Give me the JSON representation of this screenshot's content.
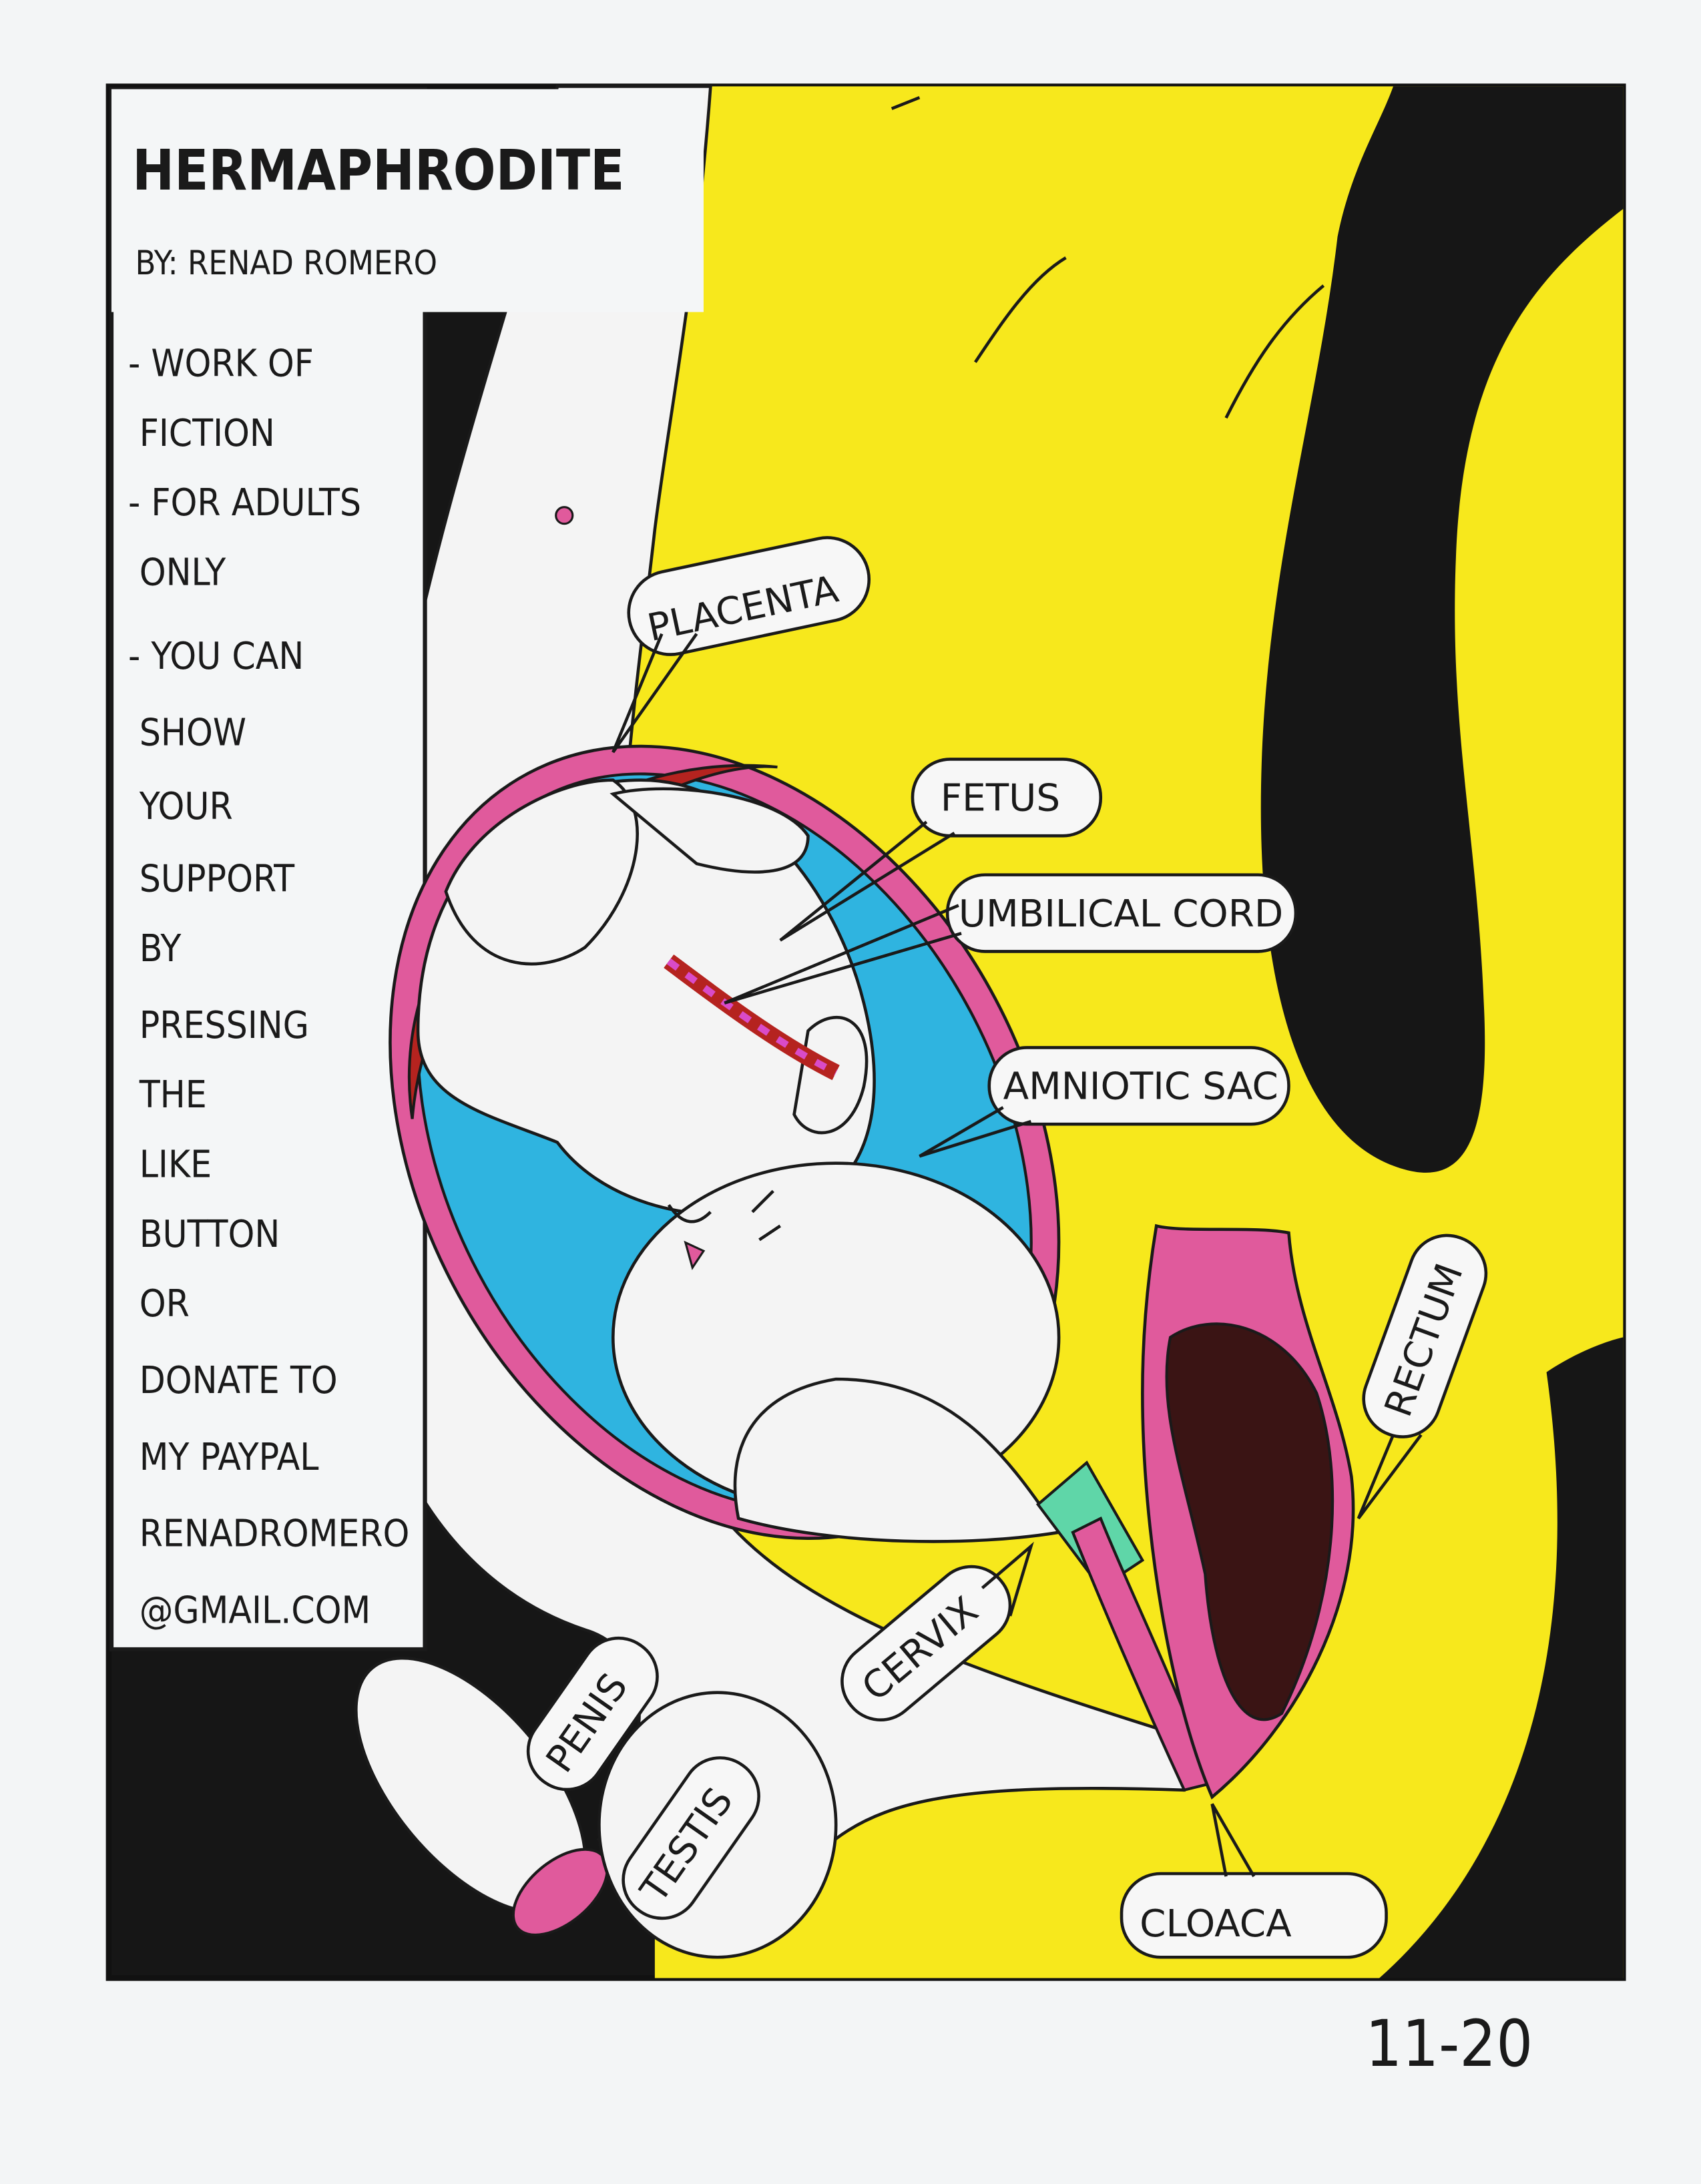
{
  "title": "HERMAPHRODITE",
  "byline": "BY: RENAD ROMERO",
  "panel_lines": [
    "- WORK OF",
    "FICTION",
    "- FOR ADULTS",
    "ONLY",
    "- YOU CAN",
    "SHOW",
    "YOUR",
    "SUPPORT",
    "BY",
    "PRESSING",
    "THE",
    "LIKE",
    "BUTTON",
    "OR",
    "DONATE TO",
    "MY PAYPAL",
    "RENADROMERO",
    "@GMAIL.COM"
  ],
  "labels": {
    "placenta": "PLACENTA",
    "fetus": "FETUS",
    "umbilical_cord": "UMBILICAL CORD",
    "amniotic_sac": "AMNIOTIC SAC",
    "rectum": "RECTUM",
    "cervix": "CERVIX",
    "penis": "PENIS",
    "testis": "TESTIS",
    "cloaca": "CLOACA"
  },
  "page_number": "11-20",
  "colors": {
    "yellow": "#f7e81c",
    "black": "#161616",
    "pink": "#e05a9c",
    "blue": "#2fb4e0",
    "placenta_red": "#b5231f",
    "rectum_brown": "#3a1414",
    "cervix_green": "#5fd6a8"
  }
}
